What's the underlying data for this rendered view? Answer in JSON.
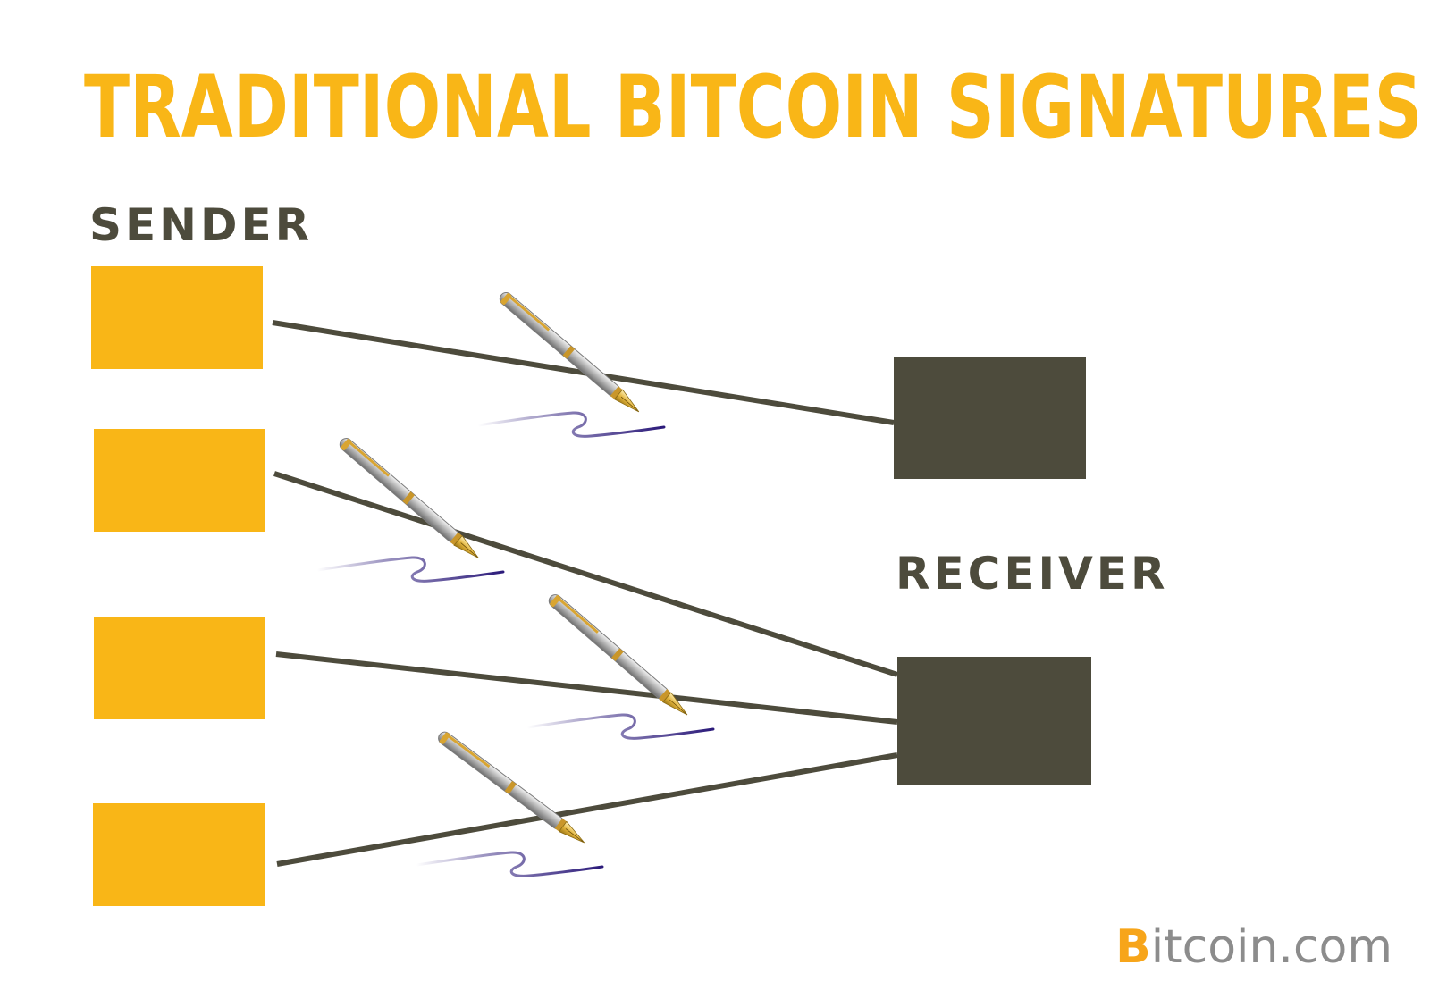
{
  "title": "TRADITIONAL BITCOIN SIGNATURES",
  "labels": {
    "sender": "SENDER",
    "receiver": "RECEIVER"
  },
  "logo": {
    "initial": "B",
    "rest": "itcoin.com"
  },
  "colors": {
    "accent": "#f9b617",
    "dark": "#4d4b3c",
    "ink": "#2b1a7a",
    "logo_text": "#8c8c8c",
    "logo_accent": "#f7a51a"
  },
  "nodes": {
    "senders": [
      "sender-1",
      "sender-2",
      "sender-3",
      "sender-4"
    ],
    "receivers": [
      "receiver-1",
      "receiver-2"
    ]
  },
  "edges": [
    {
      "from": "sender-1",
      "to": "receiver-1",
      "signed": true
    },
    {
      "from": "sender-2",
      "to": "receiver-2",
      "signed": true
    },
    {
      "from": "sender-3",
      "to": "receiver-2",
      "signed": true
    },
    {
      "from": "sender-4",
      "to": "receiver-2",
      "signed": true
    }
  ],
  "icons": [
    "pen-icon",
    "signature-icon"
  ]
}
